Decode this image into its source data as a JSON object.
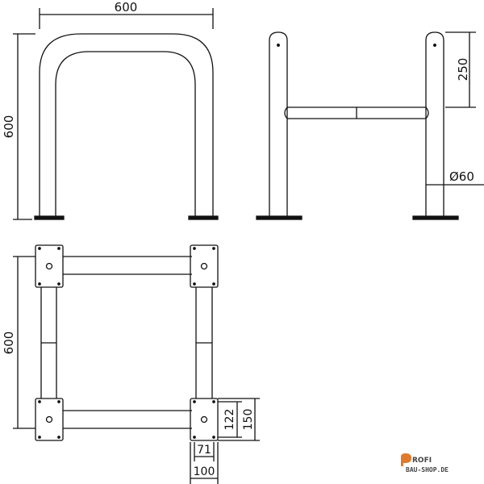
{
  "dimensions": {
    "front_width": "600",
    "front_height": "600",
    "side_upper_height": "250",
    "side_tube_diameter": "Ø60",
    "plan_height": "600",
    "plate_inner": "122",
    "plate_outer": "150",
    "plate_hole_spacing": "71",
    "plate_width": "100"
  },
  "logo": {
    "line1": "ROFI",
    "line2": "BAU-SHOP.DE"
  },
  "colors": {
    "stroke": "#111111",
    "logo_accent": "#e07a2c",
    "logo_text": "#444444"
  }
}
